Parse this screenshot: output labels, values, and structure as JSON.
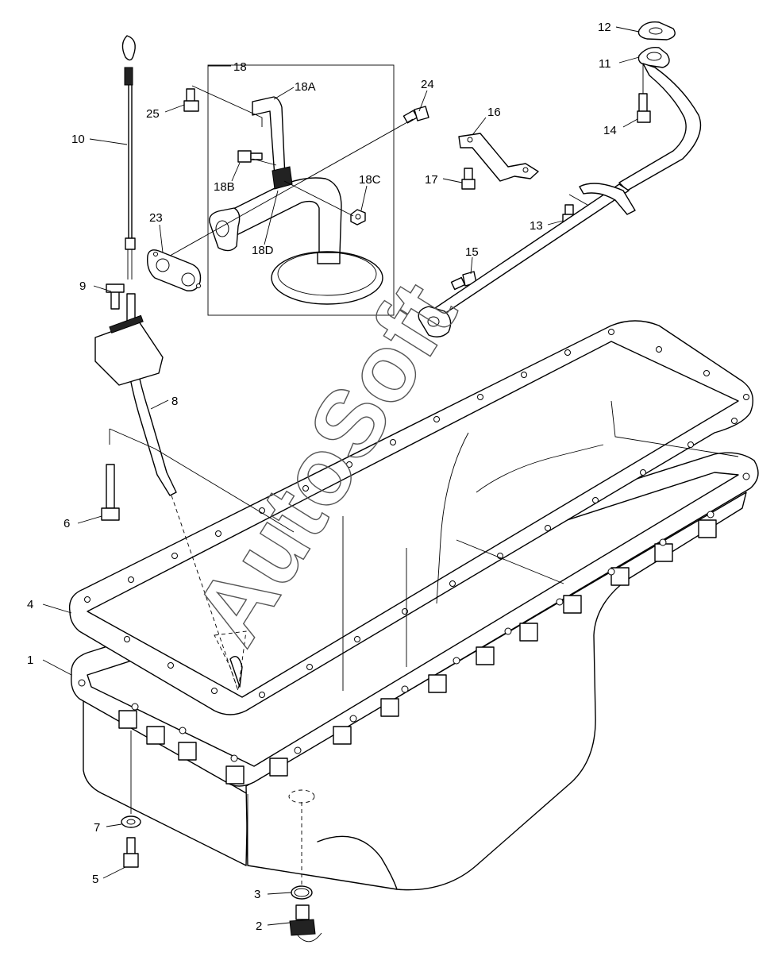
{
  "watermark": "AutoSoft",
  "callouts": [
    {
      "id": "c1",
      "label": "1"
    },
    {
      "id": "c2",
      "label": "2"
    },
    {
      "id": "c3",
      "label": "3"
    },
    {
      "id": "c4",
      "label": "4"
    },
    {
      "id": "c5",
      "label": "5"
    },
    {
      "id": "c6",
      "label": "6"
    },
    {
      "id": "c7",
      "label": "7"
    },
    {
      "id": "c8",
      "label": "8"
    },
    {
      "id": "c9",
      "label": "9"
    },
    {
      "id": "c10",
      "label": "10"
    },
    {
      "id": "c11",
      "label": "11"
    },
    {
      "id": "c12",
      "label": "12"
    },
    {
      "id": "c13",
      "label": "13"
    },
    {
      "id": "c14",
      "label": "14"
    },
    {
      "id": "c15",
      "label": "15"
    },
    {
      "id": "c16",
      "label": "16"
    },
    {
      "id": "c17",
      "label": "17"
    },
    {
      "id": "c18",
      "label": "18"
    },
    {
      "id": "c18A",
      "label": "18A"
    },
    {
      "id": "c18B",
      "label": "18B"
    },
    {
      "id": "c18C",
      "label": "18C"
    },
    {
      "id": "c18D",
      "label": "18D"
    },
    {
      "id": "c23",
      "label": "23"
    },
    {
      "id": "c24",
      "label": "24"
    },
    {
      "id": "c25",
      "label": "25"
    }
  ]
}
